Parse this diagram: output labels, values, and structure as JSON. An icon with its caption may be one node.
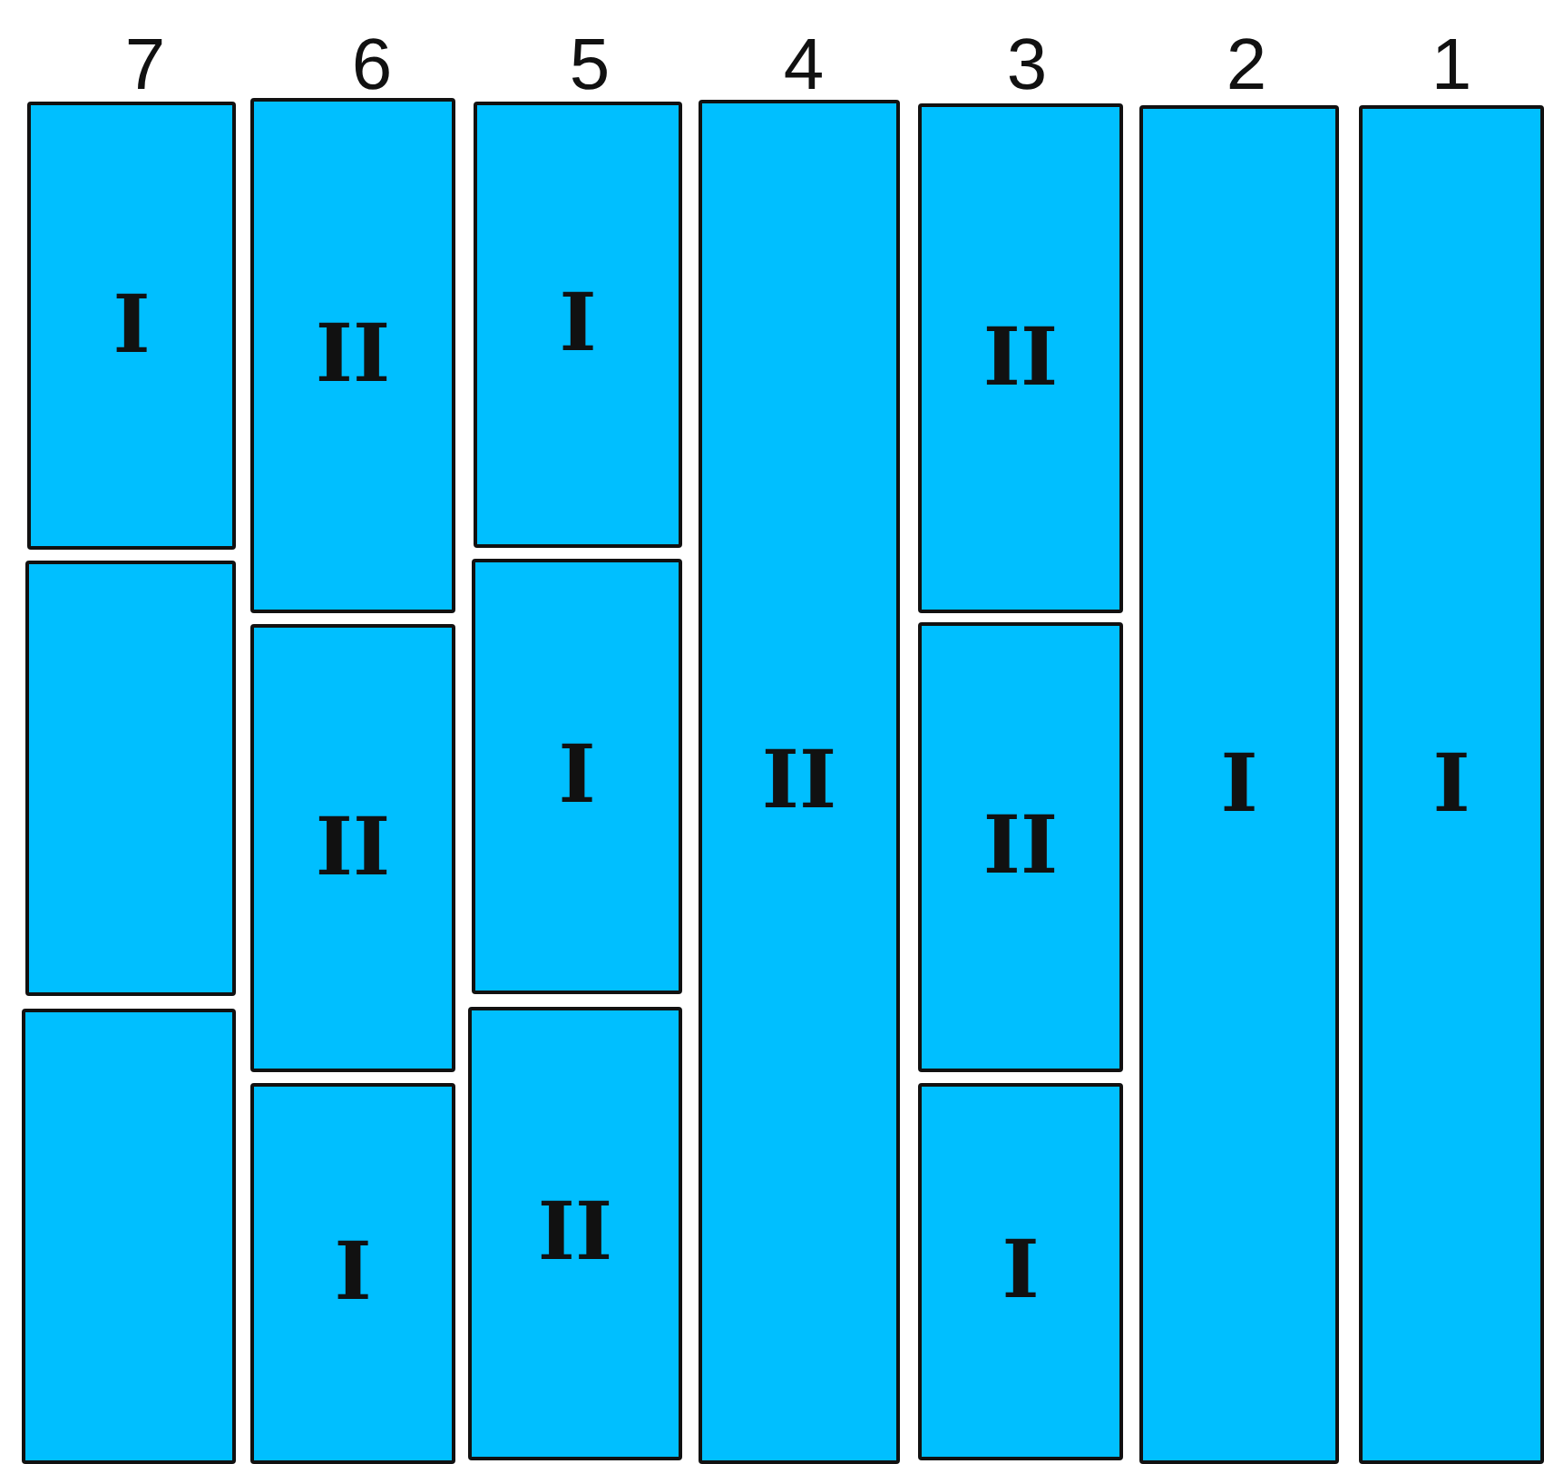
{
  "diagram": {
    "nodes": [
      {
        "text": [
          "I"
        ]
      },
      {
        "text": [],
        "shape": "box"
      },
      {
        "text": [],
        "shape": "box"
      },
      {
        "text": [
          "II"
        ]
      },
      {
        "text": [
          "II"
        ]
      },
      {
        "text": [
          "I"
        ]
      },
      {
        "text": [
          "I"
        ]
      },
      {
        "text": [
          "I"
        ]
      },
      {
        "text": [
          "II"
        ]
      },
      {
        "text": [
          "II"
        ]
      },
      {
        "text": [
          "II"
        ]
      },
      {
        "text": [
          "II"
        ]
      },
      {
        "text": [
          "I"
        ]
      },
      {
        "text": [
          "I"
        ]
      },
      {
        "text": [
          "I"
        ]
      }
    ],
    "labels": [
      "7",
      "6",
      "5",
      "4",
      "3",
      "2",
      "1"
    ]
  }
}
